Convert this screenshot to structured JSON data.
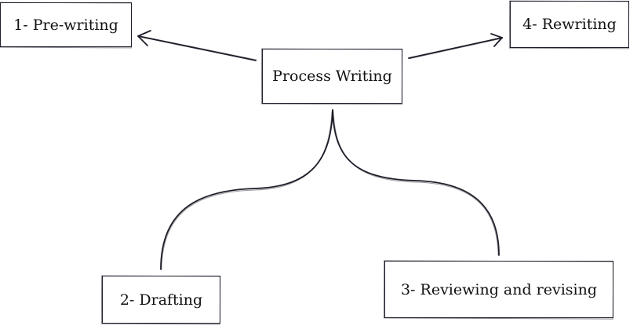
{
  "diagram": {
    "center": {
      "label": "Process Writing"
    },
    "nodes": {
      "prewriting": {
        "label": "1- Pre-writing"
      },
      "drafting": {
        "label": "2- Drafting"
      },
      "reviewing": {
        "label": "3- Reviewing and revising"
      },
      "rewriting": {
        "label": "4- Rewriting"
      }
    },
    "edges": [
      {
        "from": "center",
        "to": "prewriting",
        "style": "arrow"
      },
      {
        "from": "center",
        "to": "rewriting",
        "style": "arrow"
      },
      {
        "from": "center",
        "to": "drafting",
        "style": "curve"
      },
      {
        "from": "center",
        "to": "reviewing",
        "style": "curve"
      }
    ],
    "colors": {
      "stroke": "#1e1e2a",
      "text": "#111111",
      "background": "#ffffff"
    }
  }
}
